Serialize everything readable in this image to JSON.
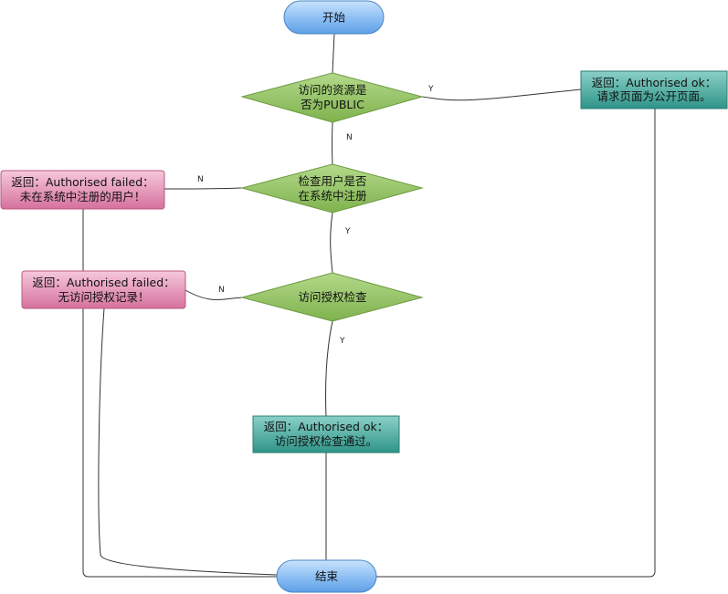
{
  "nodes": {
    "start": {
      "text": "开始"
    },
    "public_check": {
      "line1": "访问的资源是",
      "line2": "否为PUBLIC"
    },
    "registered_check": {
      "line1": "检查用户是否",
      "line2": "在系统中注册"
    },
    "auth_check": {
      "text": "访问授权检查"
    },
    "ok_public": {
      "line1": "返回：Authorised ok：",
      "line2": "请求页面为公开页面。"
    },
    "failed_unregistered": {
      "line1": "返回：Authorised failed：",
      "line2": "未在系统中注册的用户！"
    },
    "failed_norecord": {
      "line1": "返回：Authorised failed：",
      "line2": "无访问授权记录！"
    },
    "ok_auth": {
      "line1": "返回：Authorised ok：",
      "line2": "访问授权检查通过。"
    },
    "end": {
      "text": "结束"
    }
  },
  "edges": {
    "public_yes": "Y",
    "public_no": "N",
    "registered_no": "N",
    "registered_yes": "Y",
    "auth_no": "N",
    "auth_yes": "Y"
  },
  "colors": {
    "terminal_fill": "#8fc1f5",
    "decision_fill": "#93c561",
    "success_fill": "#4aa79c",
    "failure_fill": "#e495b8",
    "line": "#333333"
  }
}
